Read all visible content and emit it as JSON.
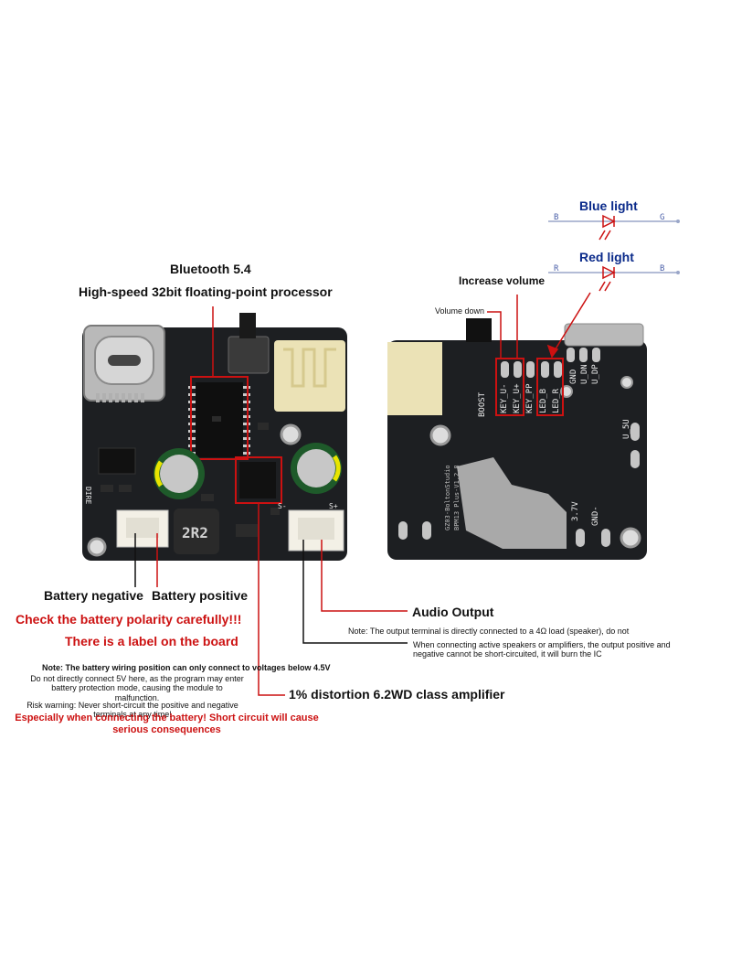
{
  "front_labels": {
    "bluetooth": "Bluetooth 5.4",
    "processor": "High-speed 32bit floating-point processor",
    "battery_neg": "Battery negative",
    "battery_pos": "Battery positive",
    "polarity_warning": "Check the battery polarity carefully!!!",
    "board_label": "There is a label on the board",
    "note_battery": "Note: The battery wiring position can only connect to voltages below 4.5V",
    "note_5v_1": "Do not directly connect 5V here, as the program may enter",
    "note_5v_2": "battery protection mode, causing the module to",
    "note_5v_3": "malfunction.",
    "risk_1": "Risk warning: Never short-circuit the positive and negative",
    "risk_2": "terminals at any time!",
    "battery_short_1": "Especially when connecting the battery! Short circuit will cause",
    "battery_short_2": "serious consequences",
    "amplifier": "1% distortion 6.2WD class amplifier",
    "audio_output": "Audio Output",
    "output_note": "Note: The output terminal is directly connected to a 4Ω load (speaker), do not",
    "active_note_1": "When connecting active speakers or amplifiers, the output positive and",
    "active_note_2": "negative cannot be short-circuited, it will burn the IC"
  },
  "back_labels": {
    "blue_light": "Blue light",
    "red_light": "Red light",
    "increase_volume": "Increase volume",
    "volume_down": "Volume down",
    "b1": "B",
    "g1": "G",
    "r2": "R",
    "b2": "B",
    "pins": [
      "KEY_U-",
      "KEY_U+",
      "KEY_PP",
      "LED_B",
      "LED_R"
    ],
    "pins_right": [
      "GND",
      "U_DN",
      "U_DP"
    ],
    "boost": "BOOST",
    "v37": "3.7V",
    "gnd": "GND-",
    "u5v": "U_5U",
    "board_id_1": "GZ03-BoltonStudio",
    "board_id_2": "BPM13 Plus-V1.2.8"
  },
  "board_text": {
    "chip": "2R2",
    "dire": "DIRE",
    "s_minus": "S-",
    "s_plus": "S+"
  },
  "colors": {
    "pcb": "#1d1f22",
    "red": "#cc1111",
    "blue": "#0a2a8a",
    "connector": "#f3f0e6",
    "pad": "#b8b8b8"
  },
  "icons": [
    "usb-c-port",
    "tactile-button",
    "antenna",
    "capacitor",
    "inductor",
    "led-diode"
  ]
}
